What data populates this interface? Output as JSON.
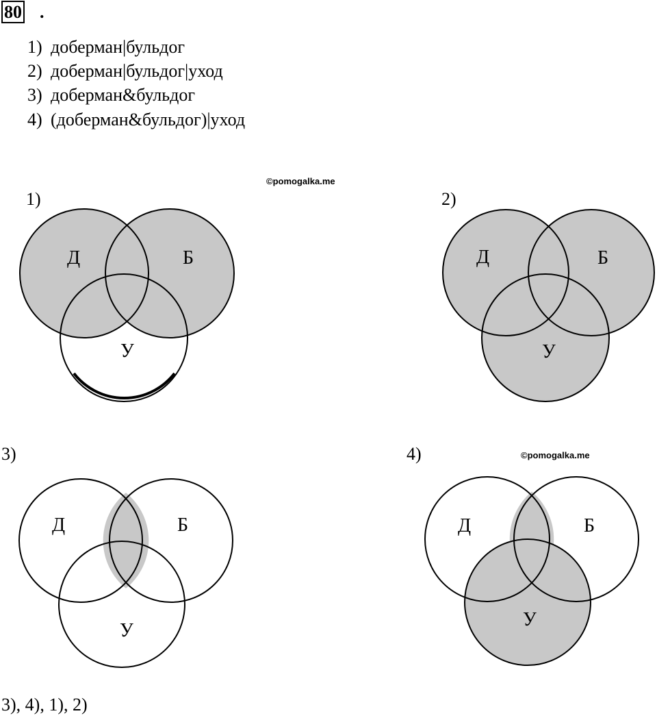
{
  "task": {
    "number": "80",
    "dot": "."
  },
  "queries": [
    {
      "num": "1)",
      "text": "доберман|бульдог"
    },
    {
      "num": "2)",
      "text": "доберман|бульдог|уход"
    },
    {
      "num": "3)",
      "text": "доберман&бульдог"
    },
    {
      "num": "4)",
      "text": "(доберман&бульдог)|уход"
    }
  ],
  "watermarks": [
    "©pomogalka.me",
    "©pomogalka.me"
  ],
  "diagrams": [
    {
      "label": "1)",
      "sets": [
        "Д",
        "Б",
        "У"
      ],
      "shaded": "Д ∪ Б"
    },
    {
      "label": "2)",
      "sets": [
        "Д",
        "Б",
        "У"
      ],
      "shaded": "Д ∪ Б ∪ У"
    },
    {
      "label": "3)",
      "sets": [
        "Д",
        "Б",
        "У"
      ],
      "shaded": "Д ∩ Б"
    },
    {
      "label": "4)",
      "sets": [
        "Д",
        "Б",
        "У"
      ],
      "shaded": "(Д ∩ Б) ∪ У"
    }
  ],
  "colors": {
    "shade": "#c8c8c8",
    "stroke": "#000000"
  },
  "answer": "3), 4), 1), 2)"
}
